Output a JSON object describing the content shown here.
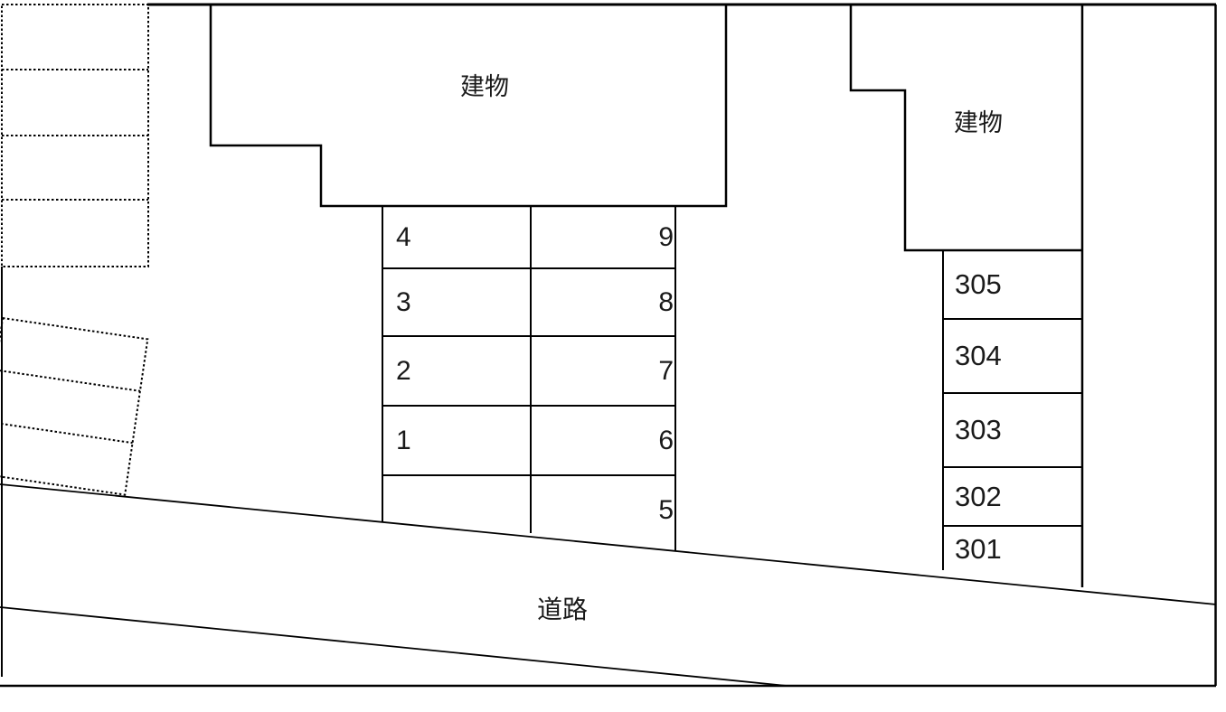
{
  "plan": {
    "buildings": [
      {
        "label": "建物"
      },
      {
        "label": "建物"
      }
    ],
    "road": {
      "label": "道路"
    },
    "center_lot": {
      "left_column": [
        "4",
        "3",
        "2",
        "1",
        ""
      ],
      "right_column": [
        "9",
        "8",
        "7",
        "6",
        "5"
      ]
    },
    "east_lot": {
      "spaces": [
        "305",
        "304",
        "303",
        "302",
        "301"
      ]
    },
    "west_lot": {
      "straight_spaces": 4,
      "angled_spaces": 3
    }
  },
  "colors": {
    "line": "#000000",
    "background": "#ffffff"
  }
}
